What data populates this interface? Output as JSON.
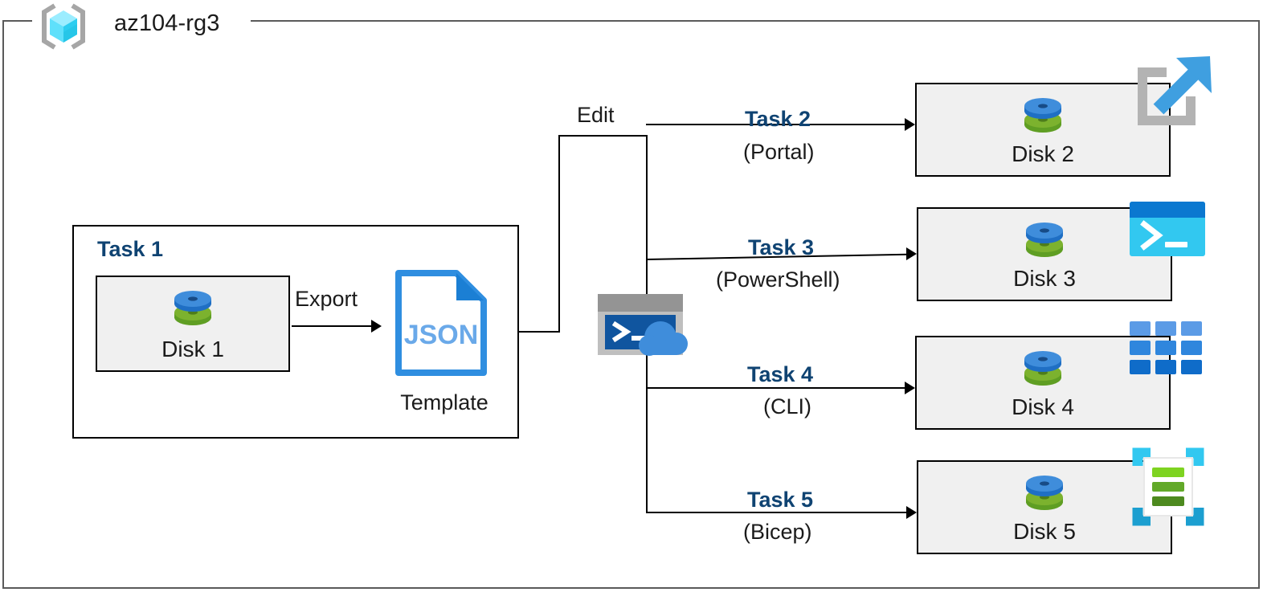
{
  "diagram": {
    "type": "azure-architecture-flow",
    "resource_group": {
      "name": "az104-rg3",
      "icon": "azure-resource-group-icon"
    },
    "source_group": {
      "heading": "Task 1",
      "disk": {
        "label": "Disk 1",
        "icon": "managed-disk-icon"
      },
      "export_label": "Export",
      "template": {
        "file_type": "JSON",
        "caption": "Template",
        "icon": "json-file-icon"
      }
    },
    "middle": {
      "edit_label": "Edit",
      "shell_icon": "cloud-shell-icon"
    },
    "branches": [
      {
        "task": "Task 2",
        "tool": "(Portal)",
        "disk_label": "Disk 2",
        "disk_icon": "managed-disk-icon",
        "tool_icon": "azure-portal-icon"
      },
      {
        "task": "Task 3",
        "tool": "(PowerShell)",
        "disk_label": "Disk 3",
        "disk_icon": "managed-disk-icon",
        "tool_icon": "powershell-icon"
      },
      {
        "task": "Task 4",
        "tool": "(CLI)",
        "disk_label": "Disk 4",
        "disk_icon": "managed-disk-icon",
        "tool_icon": "azure-cli-icon"
      },
      {
        "task": "Task 5",
        "tool": "(Bicep)",
        "disk_label": "Disk 5",
        "disk_icon": "managed-disk-icon",
        "tool_icon": "bicep-icon"
      }
    ],
    "colors": {
      "task_heading": "#0f4372",
      "text": "#1b1b1b",
      "box_border": "#000000",
      "box_fill": "#f0f0f0",
      "container_border": "#5a5a5a",
      "connector": "#000000",
      "json_blue": "#2f8ee0",
      "disk_top": "#3f8ddb",
      "disk_bottom": "#73b02c",
      "cyan": "#32c8f0"
    }
  }
}
